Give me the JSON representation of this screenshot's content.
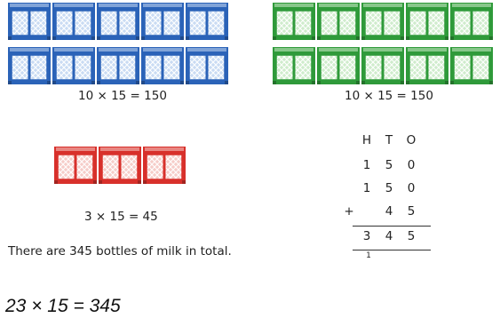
{
  "groups": [
    {
      "id": "blue",
      "color": "#2b63b8",
      "light": "#c9dbf3",
      "crates": 10,
      "equation": "10 × 15 = 150"
    },
    {
      "id": "green",
      "color": "#2f9a3a",
      "light": "#cfeccc",
      "crates": 10,
      "equation": "10 × 15 = 150"
    },
    {
      "id": "red",
      "color": "#d8302b",
      "light": "#f6cdc9",
      "crates": 3,
      "equation": "3 × 15 = 45"
    }
  ],
  "summary": "There are 345 bottles of milk in total.",
  "column_addition": {
    "headers": [
      "H",
      "T",
      "O"
    ],
    "rows": [
      {
        "op": "",
        "h": "1",
        "t": "5",
        "o": "0"
      },
      {
        "op": "",
        "h": "1",
        "t": "5",
        "o": "0"
      },
      {
        "op": "+",
        "h": "",
        "t": "4",
        "o": "5"
      }
    ],
    "result": {
      "h": "3",
      "t": "4",
      "o": "5"
    },
    "carry": {
      "h": "1"
    }
  },
  "final_equation": "23 × 15 = 345",
  "icon": "milk-crate-icon"
}
